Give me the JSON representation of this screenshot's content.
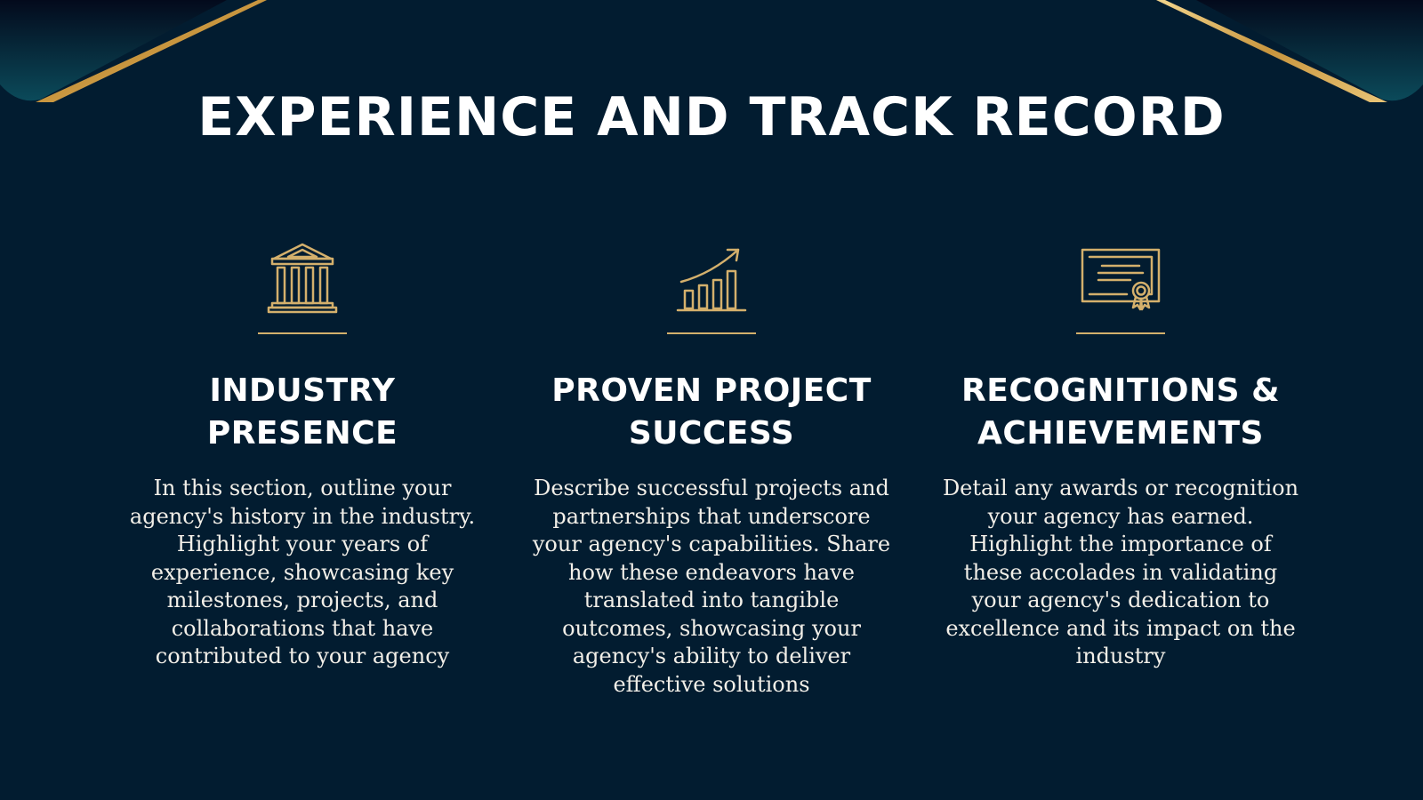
{
  "title": "EXPERIENCE AND TRACK RECORD",
  "colors": {
    "background": "#021c30",
    "accent_gold": "#d4b06c",
    "text": "#ffffff"
  },
  "columns": [
    {
      "icon": "bank-building-icon",
      "heading_line1": "INDUSTRY",
      "heading_line2": "PRESENCE",
      "body": "In this section, outline your agency's history in the industry. Highlight your years of experience, showcasing key milestones, projects, and collaborations that have contributed to your agency"
    },
    {
      "icon": "growth-chart-icon",
      "heading_line1": "PROVEN PROJECT",
      "heading_line2": "SUCCESS",
      "body": "Describe successful projects and partnerships that underscore your agency's capabilities. Share how these endeavors have translated into tangible outcomes, showcasing your agency's ability to deliver effective solutions"
    },
    {
      "icon": "certificate-icon",
      "heading_line1": "RECOGNITIONS &",
      "heading_line2": "ACHIEVEMENTS",
      "body": "Detail any awards or recognition your agency has earned. Highlight the importance of these accolades in validating your agency's dedication to excellence and its impact on the industry"
    }
  ]
}
